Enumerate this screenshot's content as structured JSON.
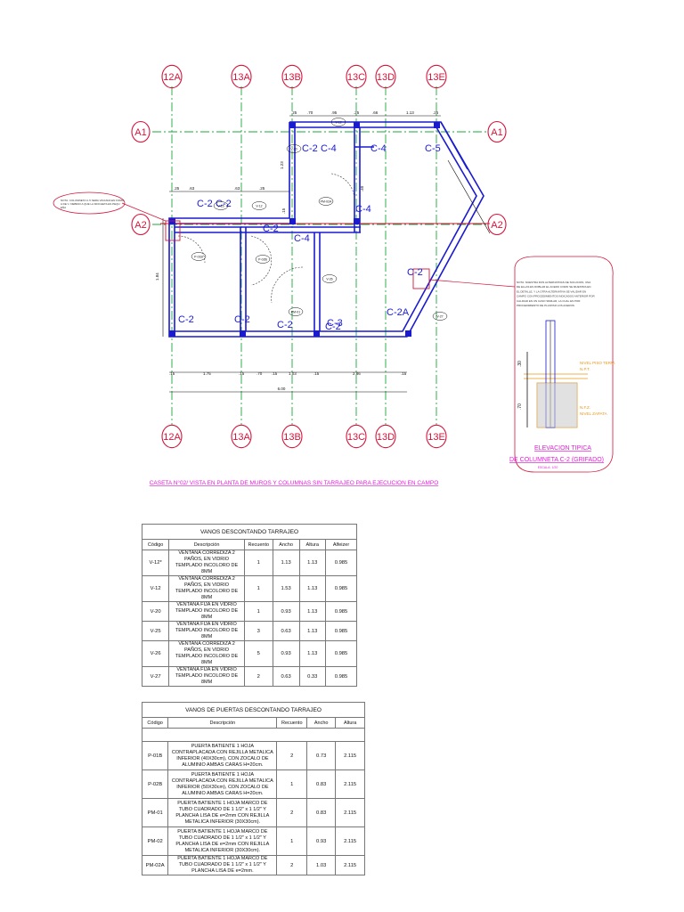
{
  "axes_x": [
    "12A",
    "13A",
    "13B",
    "13C",
    "13D",
    "13E"
  ],
  "axes_y": [
    "A1",
    "A2"
  ],
  "columns": [
    "C-2",
    "C-2",
    "C-4",
    "C-5",
    "C-2",
    "C-4",
    "C-2",
    "C-4",
    "C-4",
    "C-2",
    "C-2",
    "C-2",
    "C-2",
    "C-3",
    "C-2A",
    "C-2"
  ],
  "dims_top": [
    ".25",
    ".70",
    ".95",
    ".25",
    ".66",
    "1.13",
    ".25"
  ],
  "dims_mid": [
    ".25",
    ".63",
    ".63",
    ".25"
  ],
  "dims_bottom": [
    ".15",
    "1.75",
    ".15",
    ".70",
    ".15",
    "1.03",
    ".15",
    "2.86",
    ".15"
  ],
  "dim_total": "6.00",
  "dims_vertical": [
    "1.84",
    "1.23",
    ".15",
    ".40"
  ],
  "window_tags": [
    "V-12",
    "V-25",
    "V-12",
    "V-20",
    "V-26",
    "V-27",
    "P-01B",
    "P-02B",
    "PM-01",
    "PM-02A"
  ],
  "note_left": "NOTA: COLUMNETA C-5 SERA VACIADA EN FORMA DE 'L' DEBIDO A QUE LA MOCHETA ES PEQUEÑA",
  "note_right": "NOTA: NUESTRA DOS ALTERNATIVAS DE SOLUCION, UNA DE ELLAS ES DOBLAR EL ACERO COMO SE MUESTRA EN EL DETALLE, Y LA OTRA ALTERNATIVA SE VALIDAR EN CAMPO CON PROCEDIMIENTOS INDICADOS ANTERIOR POR CALIDAD EN UN CASO SIMILAR, LA CUAL ES POR PROCEDIMIENTO DE PLANTAR LOS ACEROS",
  "detail_labels": [
    "NIVEL PISO TERM.",
    "N.P.T.",
    "N.F.Z.",
    "NIVEL ZAPATA"
  ],
  "detail_dims": [
    ".30",
    ".70"
  ],
  "detail_title_1": "ELEVACION TIPICA",
  "detail_title_2": "DE COLUMNETA C-2 (GRIFADO)",
  "detail_scale": "ESCALA: 1/20",
  "plan_caption": "CASETA N°02/ VISTA EN PLANTA DE MUROS Y COLUMNAS SIN TARRAJEO PARA EJECUCION EN CAMPO",
  "colors": {
    "axis": "#d6143a",
    "column": "#1a1ad0",
    "grid": "#1aa83a",
    "dim": "#111111",
    "detail": "#e8961a",
    "magenta": "#e21ed8"
  },
  "table_windows": {
    "title": "VANOS DESCONTANDO TARRAJEO",
    "headers": [
      "Código",
      "Descripción",
      "Recuento",
      "Ancho",
      "Altura",
      "Alfeizer"
    ],
    "rows": [
      [
        "V-12*",
        "VENTANA CORREDIZA 2 PAÑOS, EN VIDRIO TEMPLADO INCOLORO DE 8MM",
        "1",
        "1.13",
        "1.13",
        "0.985"
      ],
      [
        "V-12",
        "VENTANA CORREDIZA 2 PAÑOS, EN VIDRIO TEMPLADO INCOLORO DE 8MM",
        "1",
        "1.53",
        "1.13",
        "0.985"
      ],
      [
        "V-20",
        "VENTANA FIJA EN VIDRIO TEMPLADO INCOLORO DE 8MM",
        "1",
        "0.93",
        "1.13",
        "0.985"
      ],
      [
        "V-25",
        "VENTANA FIJA EN VIDRIO TEMPLADO INCOLORO DE 8MM",
        "3",
        "0.63",
        "1.13",
        "0.985"
      ],
      [
        "V-26",
        "VENTANA CORREDIZA 2 PAÑOS, EN VIDRIO TEMPLADO INCOLORO DE 8MM",
        "5",
        "0.93",
        "1.13",
        "0.985"
      ],
      [
        "V-27",
        "VENTANA FIJA EN VIDRIO TEMPLADO INCOLORO DE 8MM",
        "2",
        "0.63",
        "0.33",
        "0.985"
      ]
    ]
  },
  "table_doors": {
    "title": "VANOS DE PUERTAS DESCONTANDO TARRAJEO",
    "headers": [
      "Código",
      "Descripción",
      "Recuento",
      "Ancho",
      "Altura"
    ],
    "rows": [
      [
        "P-01B",
        "PUERTA BATIENTE 1 HOJA CONTRAPLACADA CON REJILLA METALICA INFERIOR (40X30cm), CON ZOCALO DE ALUMINIO AMBAS CARAS H=20cm.",
        "2",
        "0.73",
        "2.115"
      ],
      [
        "P-02B",
        "PUERTA BATIENTE 1 HOJA CONTRAPLACADA CON REJILLA METALICA INFERIOR (50X30cm), CON ZOCALO DE ALUMINIO AMBAS CARAS H=20cm.",
        "1",
        "0.83",
        "2.115"
      ],
      [
        "PM-01",
        "PUERTA BATIENTE 1 HOJA MARCO DE TUBO CUADRADO DE 1 1/2\" x 1 1/2\" Y PLANCHA LISA DE e=2mm CON REJILLA METALICA INFERIOR (30X30cm).",
        "2",
        "0.83",
        "2.115"
      ],
      [
        "PM-02",
        "PUERTA BATIENTE 1 HOJA MARCO DE TUBO CUADRADO DE 1 1/2\" x 1 1/2\" Y PLANCHA LISA DE e=2mm CON REJILLA METALICA INFERIOR (30X30cm).",
        "1",
        "0.93",
        "2.115"
      ],
      [
        "PM-02A",
        "PUERTA BATIENTE 1 HOJA MARCO DE TUBO CUADRADO DE 1 1/2\" x 1 1/2\" Y PLANCHA LISA DE e=2mm.",
        "2",
        "1.03",
        "2.115"
      ]
    ]
  }
}
